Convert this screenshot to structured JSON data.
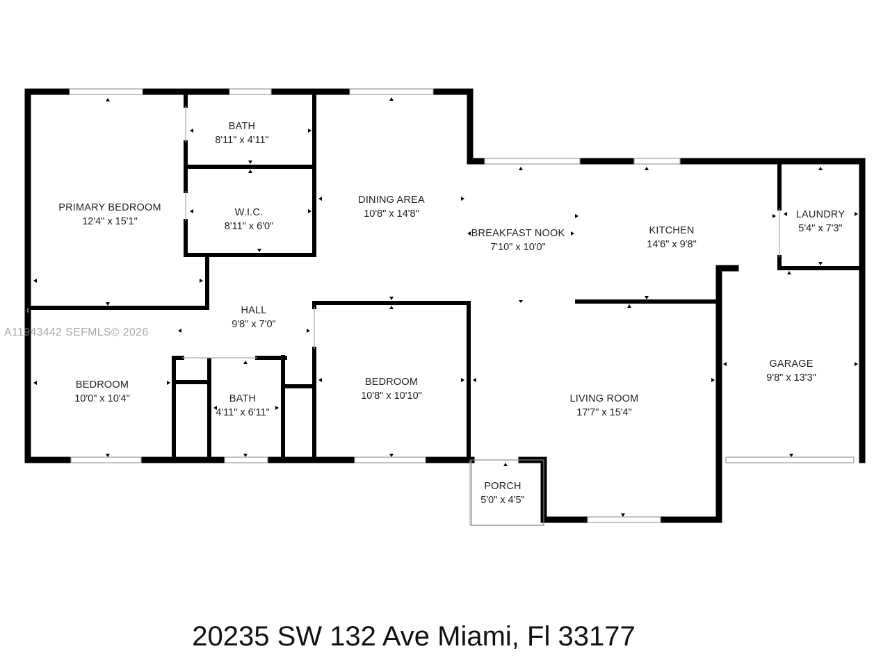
{
  "watermark": "A11943442  SEFMLS© 2026",
  "address": "20235 SW 132 Ave Miami, Fl 33177",
  "rooms": [
    {
      "name": "PRIMARY BEDROOM",
      "dims": "12'4\" x 15'1\""
    },
    {
      "name": "BATH",
      "dims": "8'11\" x 4'11\""
    },
    {
      "name": "W.I.C.",
      "dims": "8'11\" x 6'0\""
    },
    {
      "name": "DINING AREA",
      "dims": "10'8\" x 14'8\""
    },
    {
      "name": "BREAKFAST NOOK",
      "dims": "7'10\" x 10'0\""
    },
    {
      "name": "KITCHEN",
      "dims": "14'6\" x 9'8\""
    },
    {
      "name": "LAUNDRY",
      "dims": "5'4\" x 7'3\""
    },
    {
      "name": "HALL",
      "dims": "9'8\" x 7'0\""
    },
    {
      "name": "BEDROOM",
      "dims": "10'0\" x 10'4\""
    },
    {
      "name": "BATH",
      "dims": "4'11\" x 6'11\""
    },
    {
      "name": "BEDROOM",
      "dims": "10'8\" x 10'10\""
    },
    {
      "name": "LIVING ROOM",
      "dims": "17'7\" x 15'4\""
    },
    {
      "name": "GARAGE",
      "dims": "9'8\" x 13'3\""
    },
    {
      "name": "PORCH",
      "dims": "5'0\" x 4'5\""
    }
  ]
}
